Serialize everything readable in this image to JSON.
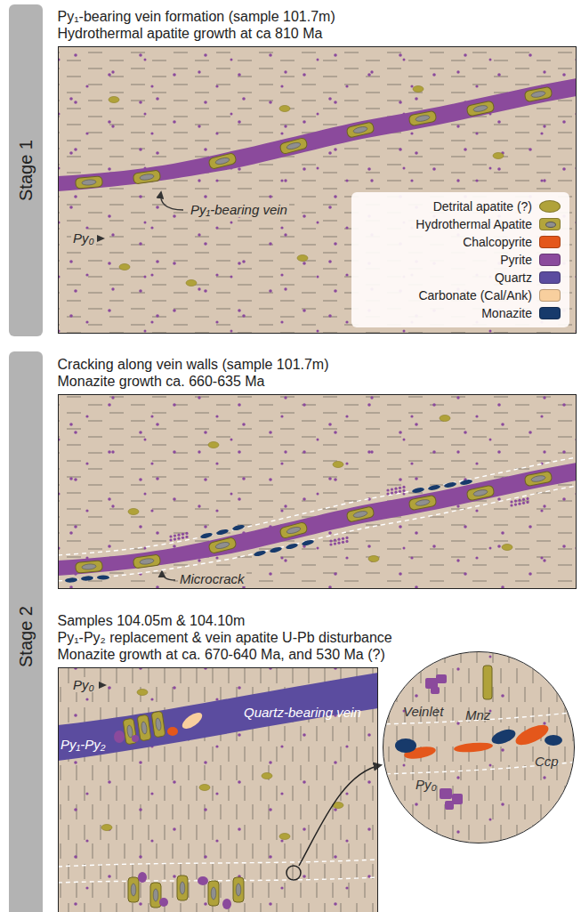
{
  "diagram": {
    "nodes": [
      {
        "text": [
          "Stage 1"
        ]
      },
      {
        "text": [
          "Py₁-bearing vein formation (sample 101.7m)",
          "Hydrothermal apatite growth at ca 810 Ma"
        ]
      },
      {
        "text": [
          "Stage 2"
        ]
      },
      {
        "text": [
          "Cracking along vein walls (sample 101.7m)",
          "Monazite growth ca. 660-635 Ma"
        ]
      },
      {
        "text": [
          "Samples 104.05m & 104.10m",
          "Py₁-Py₂ replacement & vein apatite U-Pb disturbance",
          "Monazite growth at ca. 670-640 Ma, and 530 Ma (?)"
        ]
      },
      {
        "text": [
          "Veinlet",
          "Mnz",
          "Ccp",
          "Py₀"
        ]
      }
    ],
    "labels": [
      "Py₁-bearing vein",
      "Py₀",
      "Microcrack",
      "Py₀",
      "Py₁-Py₂",
      "Quartz-bearing vein"
    ],
    "legend": [
      {
        "text": "Detrital apatite (?)",
        "color": "#b0a23a"
      },
      {
        "text": "Hydrothermal Apatite",
        "color": "#b3a53c"
      },
      {
        "text": "Chalcopyrite",
        "color": "#e4571b"
      },
      {
        "text": "Pyrite",
        "color": "#8b4a9c"
      },
      {
        "text": "Quartz",
        "color": "#5b4c9f"
      },
      {
        "text": "Carbonate (Cal/Ank)",
        "color": "#f8cf9e"
      },
      {
        "text": "Monazite",
        "color": "#173a6b"
      }
    ]
  }
}
